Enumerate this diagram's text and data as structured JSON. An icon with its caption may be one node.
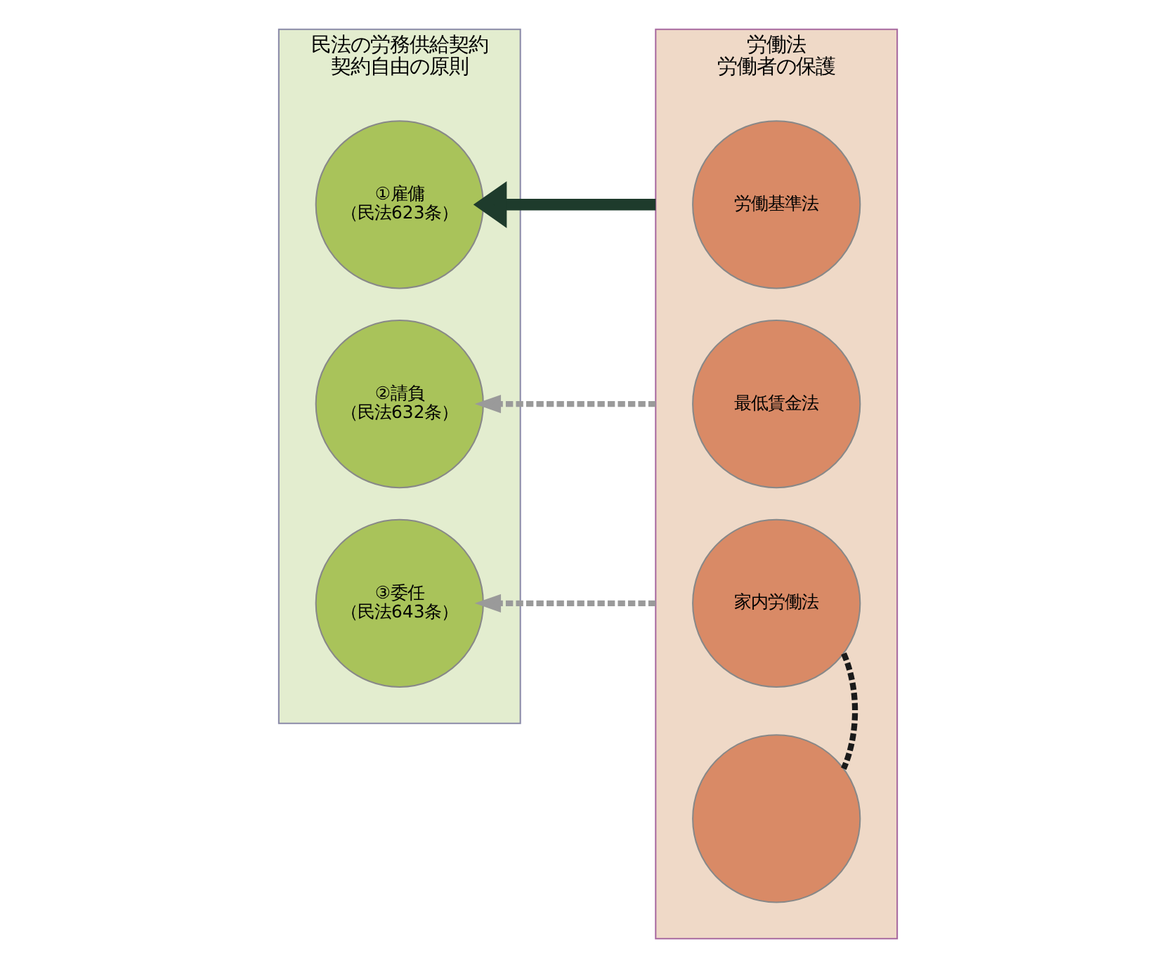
{
  "diagram": {
    "nodes": [
      {
        "text": [
          "民法の労務供給契約",
          "契約自由の原則"
        ]
      },
      {
        "text": [
          "①雇傭",
          "（民法623条）"
        ],
        "in": 0
      },
      {
        "text": [
          "②請負",
          "（民法632条）"
        ],
        "in": 0
      },
      {
        "text": [
          "③委任",
          "（民法643条）"
        ],
        "in": 0
      },
      {
        "text": [
          "労働法",
          "労働者の保護"
        ]
      },
      {
        "text": [
          "労働基準法"
        ],
        "in": 4
      },
      {
        "text": [
          "最低賃金法"
        ],
        "in": 4
      },
      {
        "text": [
          "家内労働法"
        ],
        "in": 4
      },
      {
        "text": [],
        "shape": "circle",
        "in": 4
      }
    ],
    "edges": [
      {
        "from": 4,
        "to": 1,
        "arrow": "to",
        "style": "thick",
        "color": "#1e3b2c"
      },
      {
        "from": 4,
        "to": 2,
        "arrow": "to",
        "style": "dashed",
        "color": "#9a9a9a"
      },
      {
        "from": 4,
        "to": 3,
        "arrow": "to",
        "style": "dashed",
        "color": "#9a9a9a"
      },
      {
        "from": 7,
        "to": 8,
        "arrow": "none",
        "style": "dashed",
        "color": "#1a1a1a"
      }
    ]
  }
}
